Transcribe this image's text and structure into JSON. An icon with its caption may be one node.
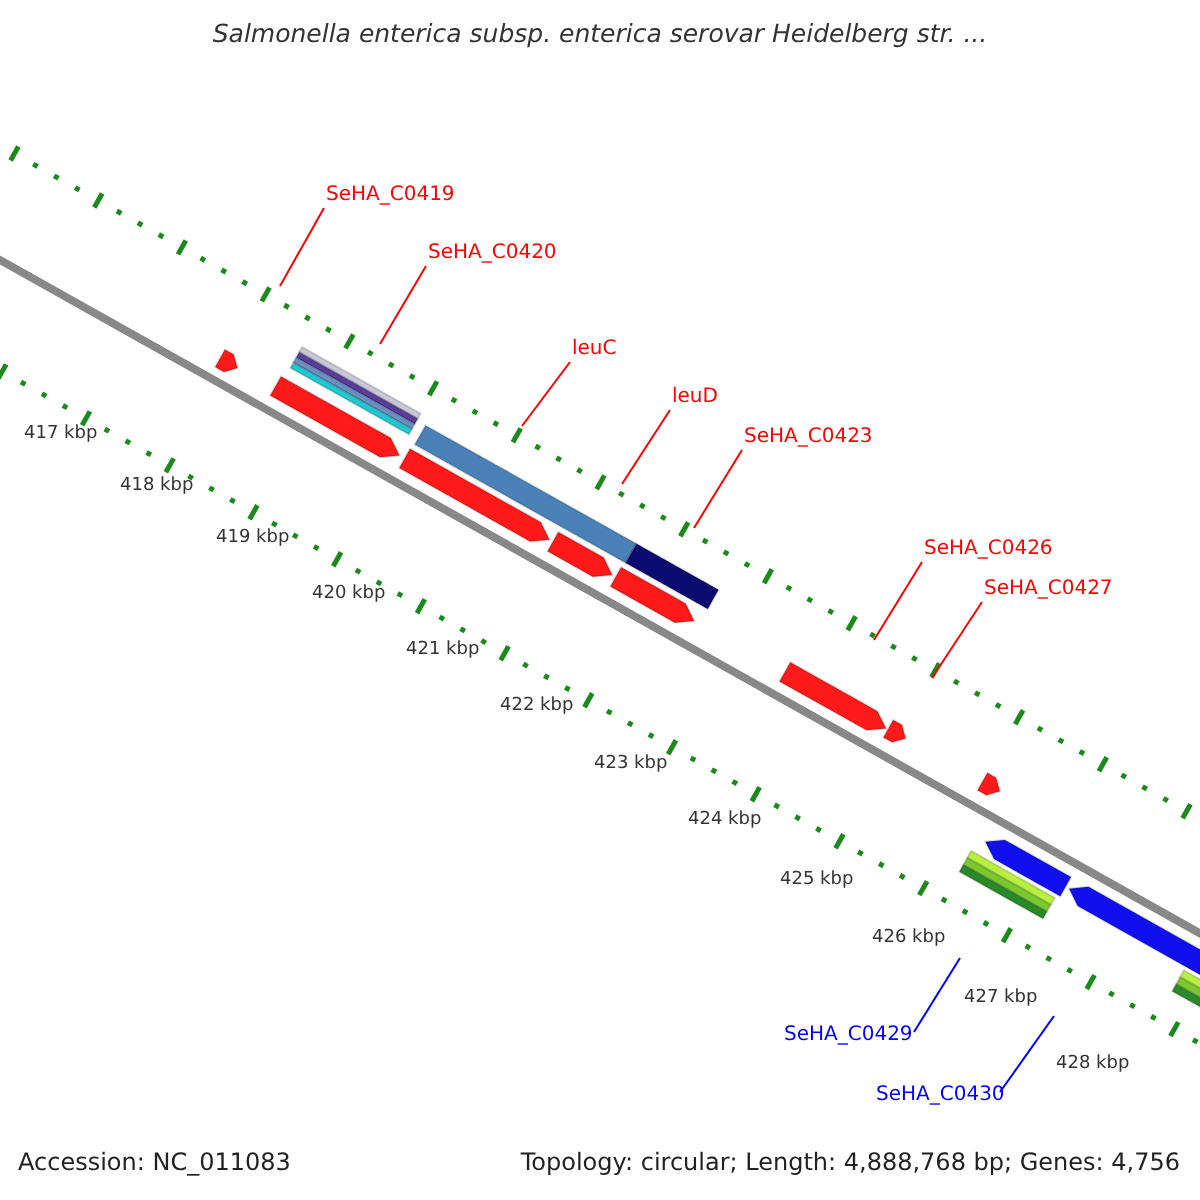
{
  "diagram": {
    "title": "Salmonella enterica subsp. enterica serovar Heidelberg str. ...",
    "nodes": [
      {
        "text": [
          "SeHA_C0419"
        ]
      },
      {
        "text": [
          "SeHA_C0420"
        ]
      },
      {
        "text": [
          "leuC"
        ]
      },
      {
        "text": [
          "leuD"
        ]
      },
      {
        "text": [
          "SeHA_C0423"
        ]
      },
      {
        "text": [
          "SeHA_C0426"
        ]
      },
      {
        "text": [
          "SeHA_C0427"
        ]
      },
      {
        "text": [
          "SeHA_C0429"
        ]
      },
      {
        "text": [
          "SeHA_C0430"
        ]
      }
    ],
    "edges": [
      {
        "from": 0,
        "to": null,
        "arrow": "none"
      },
      {
        "from": 1,
        "to": null,
        "arrow": "none"
      },
      {
        "from": 2,
        "to": null,
        "arrow": "none"
      },
      {
        "from": 3,
        "to": null,
        "arrow": "none"
      },
      {
        "from": 4,
        "to": null,
        "arrow": "none"
      },
      {
        "from": 5,
        "to": null,
        "arrow": "none"
      },
      {
        "from": 6,
        "to": null,
        "arrow": "none"
      },
      {
        "from": 7,
        "to": null,
        "arrow": "none",
        "color": "#0000ff"
      },
      {
        "from": 8,
        "to": null,
        "arrow": "none",
        "color": "#0000ff"
      }
    ],
    "labels": [
      "417 kbp",
      "418 kbp",
      "419 kbp",
      "420 kbp",
      "421 kbp",
      "422 kbp",
      "423 kbp",
      "424 kbp",
      "425 kbp",
      "426 kbp",
      "427 kbp",
      "428 kbp",
      "Accession: NC_011083",
      "Topology: circular; Length: 4,888,768 bp; Genes: 4,756"
    ]
  }
}
